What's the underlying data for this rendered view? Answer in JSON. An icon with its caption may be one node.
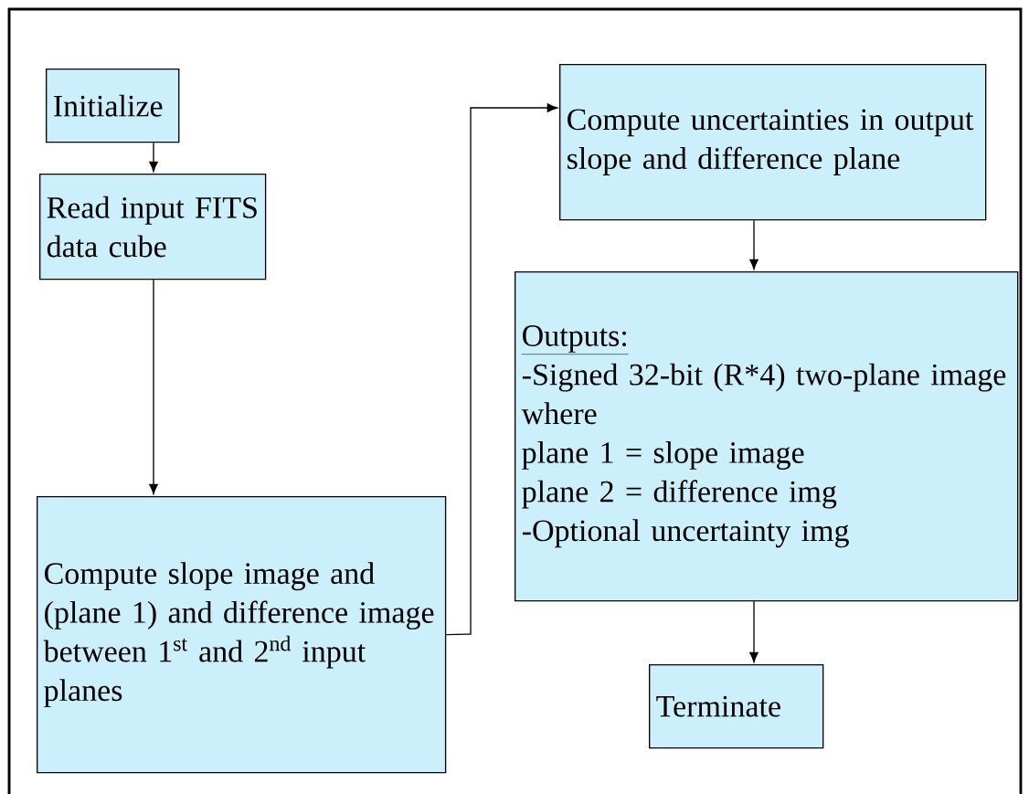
{
  "diagram": {
    "nodes": [
      {
        "text": [
          "Initialize"
        ]
      },
      {
        "text": [
          "Read input FITS data cube"
        ]
      },
      {
        "text": [
          "Compute slope image and (plane 1) and difference image between 1$^{st}$ and 2$^{nd}$ input planes"
        ]
      },
      {
        "text": [
          "Compute uncertainties in output slope and difference plane"
        ]
      },
      {
        "text": [
          "Outputs:",
          "-Signed 32-bit (R*4) two-plane image where",
          "plane 1 = slope image",
          "plane 2 = difference img",
          "-Optional uncertainty img"
        ]
      },
      {
        "text": [
          "Terminate"
        ]
      }
    ],
    "edges": [
      {
        "from": 0,
        "to": 1,
        "arrow": "to"
      },
      {
        "from": 1,
        "to": 2,
        "arrow": "to"
      },
      {
        "from": 2,
        "to": 3,
        "arrow": "to"
      },
      {
        "from": 3,
        "to": 4,
        "arrow": "to"
      },
      {
        "from": 4,
        "to": 5,
        "arrow": "to"
      }
    ]
  }
}
